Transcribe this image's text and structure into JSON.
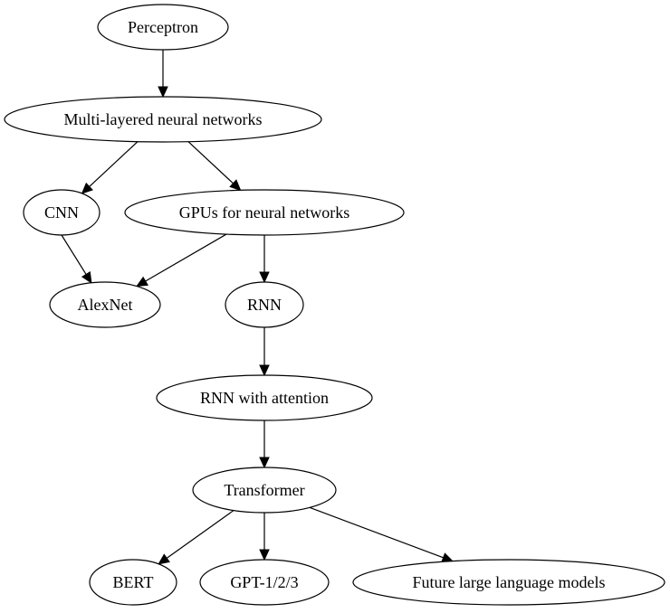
{
  "diagram": {
    "nodes": {
      "perceptron": {
        "label": "Perceptron"
      },
      "mlnn": {
        "label": "Multi-layered neural networks"
      },
      "cnn": {
        "label": "CNN"
      },
      "gpus": {
        "label": "GPUs for neural networks"
      },
      "alexnet": {
        "label": "AlexNet"
      },
      "rnn": {
        "label": "RNN"
      },
      "rnn_attention": {
        "label": "RNN with attention"
      },
      "transformer": {
        "label": "Transformer"
      },
      "bert": {
        "label": "BERT"
      },
      "gpt": {
        "label": "GPT-1/2/3"
      },
      "future_llm": {
        "label": "Future large language models"
      }
    },
    "edges": [
      {
        "from": "perceptron",
        "to": "mlnn"
      },
      {
        "from": "mlnn",
        "to": "cnn"
      },
      {
        "from": "mlnn",
        "to": "gpus"
      },
      {
        "from": "cnn",
        "to": "alexnet"
      },
      {
        "from": "gpus",
        "to": "alexnet"
      },
      {
        "from": "gpus",
        "to": "rnn"
      },
      {
        "from": "rnn",
        "to": "rnn_attention"
      },
      {
        "from": "rnn_attention",
        "to": "transformer"
      },
      {
        "from": "transformer",
        "to": "bert"
      },
      {
        "from": "transformer",
        "to": "gpt"
      },
      {
        "from": "transformer",
        "to": "future_llm"
      }
    ]
  }
}
